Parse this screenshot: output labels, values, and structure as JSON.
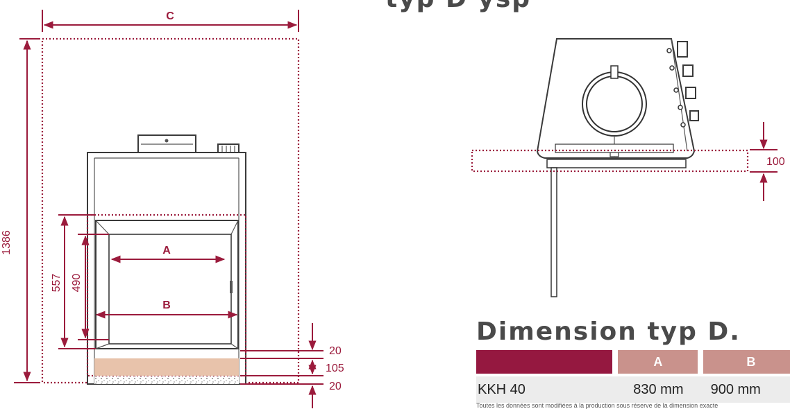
{
  "page": {
    "top_title": "typ D ysp",
    "heading": "Dimension typ D.",
    "footnote": "Toutes les données sont modifiées à la production sous réserve de la dimension exacte"
  },
  "front_view": {
    "labels": {
      "C": "C",
      "A": "A",
      "B": "B",
      "total_height": "1386",
      "height_557": "557",
      "height_490": "490",
      "gap_top": "20",
      "base": "105",
      "gap_bottom": "20"
    }
  },
  "side_view": {
    "labels": {
      "depth": "100"
    }
  },
  "table": {
    "headers": [
      "",
      "A",
      "B"
    ],
    "rows": [
      {
        "model": "KKH 40",
        "a": "830 mm",
        "b": "900 mm"
      }
    ]
  },
  "colors": {
    "accent": "#9b1b3c",
    "header_dark": "#951840",
    "header_light": "#c9928c",
    "base_fill": "#e8c3ab",
    "row_bg": "#ececec"
  }
}
